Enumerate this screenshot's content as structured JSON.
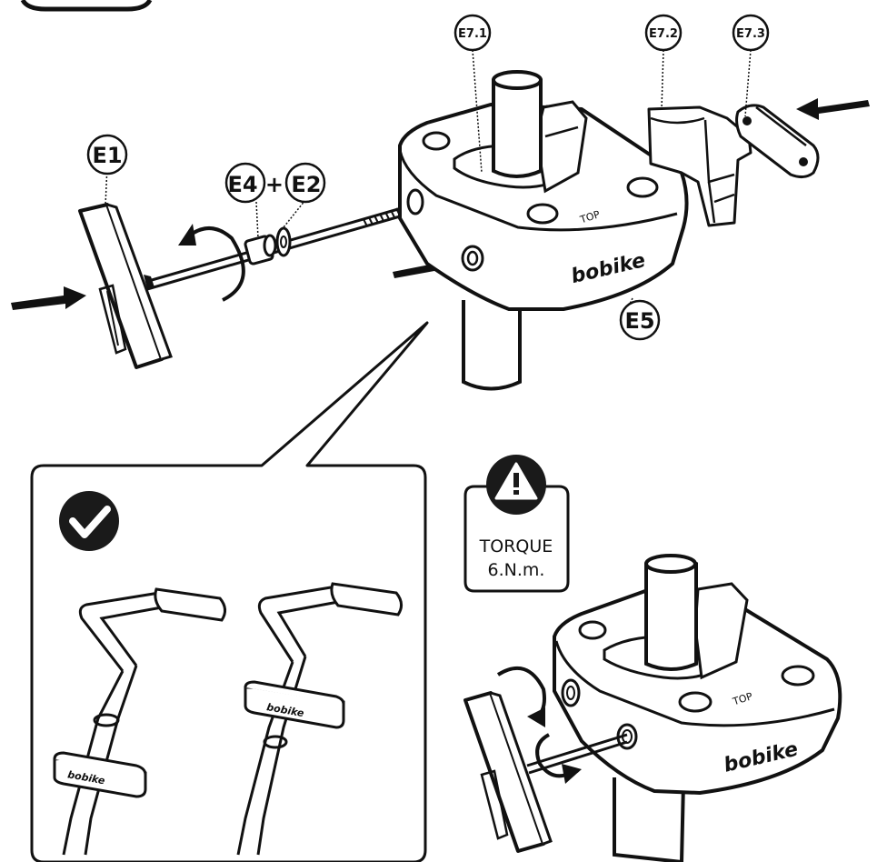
{
  "callouts": {
    "e1": "E1",
    "e4e2": "E4 + E2",
    "e5": "E5",
    "e71": "E7.1",
    "e72": "E7.2",
    "e73": "E7.3"
  },
  "mount": {
    "brand": "bobike",
    "top_mark": "TOP"
  },
  "warning": {
    "line1": "TORQUE",
    "line2": "6.N.m."
  },
  "inset": {
    "brand_left": "bobike",
    "brand_right": "bobike"
  },
  "colors": {
    "ink": "#111111",
    "paper": "#ffffff",
    "check_badge": "#1a1a1a",
    "warning_badge": "#1a1a1a"
  },
  "icons": [
    "check-icon",
    "warning-icon",
    "push-arrow-icon",
    "rotate-arrow-icon"
  ]
}
